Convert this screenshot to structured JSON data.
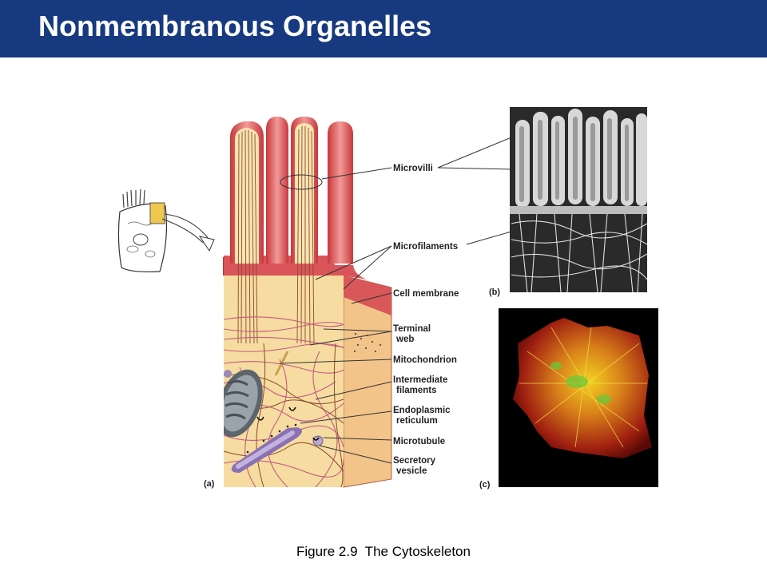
{
  "header": {
    "title": "Nonmembranous Organelles"
  },
  "figure": {
    "caption": "Figure 2.9  The Cytoskeleton",
    "panel_labels": {
      "a": "(a)",
      "b": "(b)",
      "c": "(c)"
    },
    "labels": {
      "microvilli": "Microvilli",
      "microfilaments": "Microfilaments",
      "cell_membrane": "Cell membrane",
      "terminal_web_1": "Terminal",
      "terminal_web_2": "web",
      "mitochondrion": "Mitochondrion",
      "intermediate_filaments_1": "Intermediate",
      "intermediate_filaments_2": "filaments",
      "er_1": "Endoplasmic",
      "er_2": "reticulum",
      "microtubule": "Microtubule",
      "secretory_vesicle_1": "Secretory",
      "secretory_vesicle_2": "vesicle"
    }
  },
  "colors": {
    "header_bg": "#17397f",
    "cytoplasm": "#f6dca0",
    "membrane": "#d94a4a",
    "microvillus": "#e8787a",
    "filament_pink": "#c45c80",
    "filament_brown": "#8a4a30",
    "mitochondrion": "#7a8088",
    "er": "#a98ec7"
  }
}
